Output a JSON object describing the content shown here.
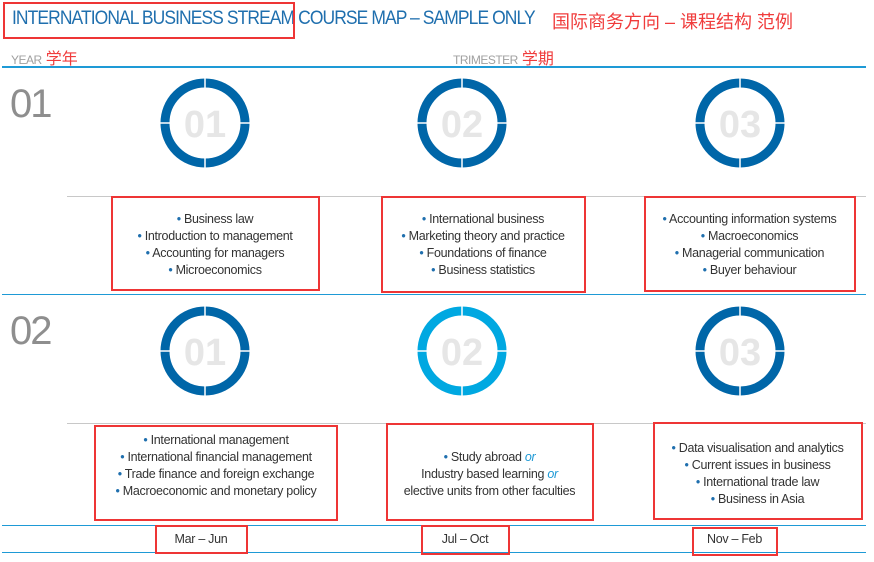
{
  "header": {
    "title": "INTERNATIONAL BUSINESS STREAM COURSE MAP – SAMPLE ONLY",
    "title_cn": "国际商务方向 – 课程结构 范例",
    "year_label": "YEAR",
    "year_label_cn": "学年",
    "trimester_label": "TRIMESTER",
    "trimester_label_cn": "学期"
  },
  "colors": {
    "ring_dark": "#0066a8",
    "ring_light": "#00a8e1",
    "annotation": "#ee3535"
  },
  "years": [
    {
      "label": "01",
      "trimesters": [
        {
          "num": "01",
          "courses": [
            "Business law",
            "Introduction to management",
            "Accounting for managers",
            "Microeconomics"
          ]
        },
        {
          "num": "02",
          "courses": [
            "International business",
            "Marketing theory and practice",
            "Foundations of finance",
            "Business statistics"
          ]
        },
        {
          "num": "03",
          "courses": [
            "Accounting information systems",
            "Macroeconomics",
            "Managerial communication",
            "Buyer behaviour"
          ]
        }
      ]
    },
    {
      "label": "02",
      "trimesters": [
        {
          "num": "01",
          "courses": [
            "International management",
            "International financial management",
            "Trade finance and foreign exchange",
            "Macroeconomic and monetary policy"
          ]
        },
        {
          "num": "02",
          "options": [
            "Study abroad",
            "Industry based learning",
            "elective units from other faculties"
          ],
          "or": "or"
        },
        {
          "num": "03",
          "courses": [
            "Data visualisation and analytics",
            "Current issues in business",
            "International trade law",
            "Business in Asia"
          ]
        }
      ]
    }
  ],
  "dates": [
    "Mar – Jun",
    "Jul – Oct",
    "Nov – Feb"
  ]
}
